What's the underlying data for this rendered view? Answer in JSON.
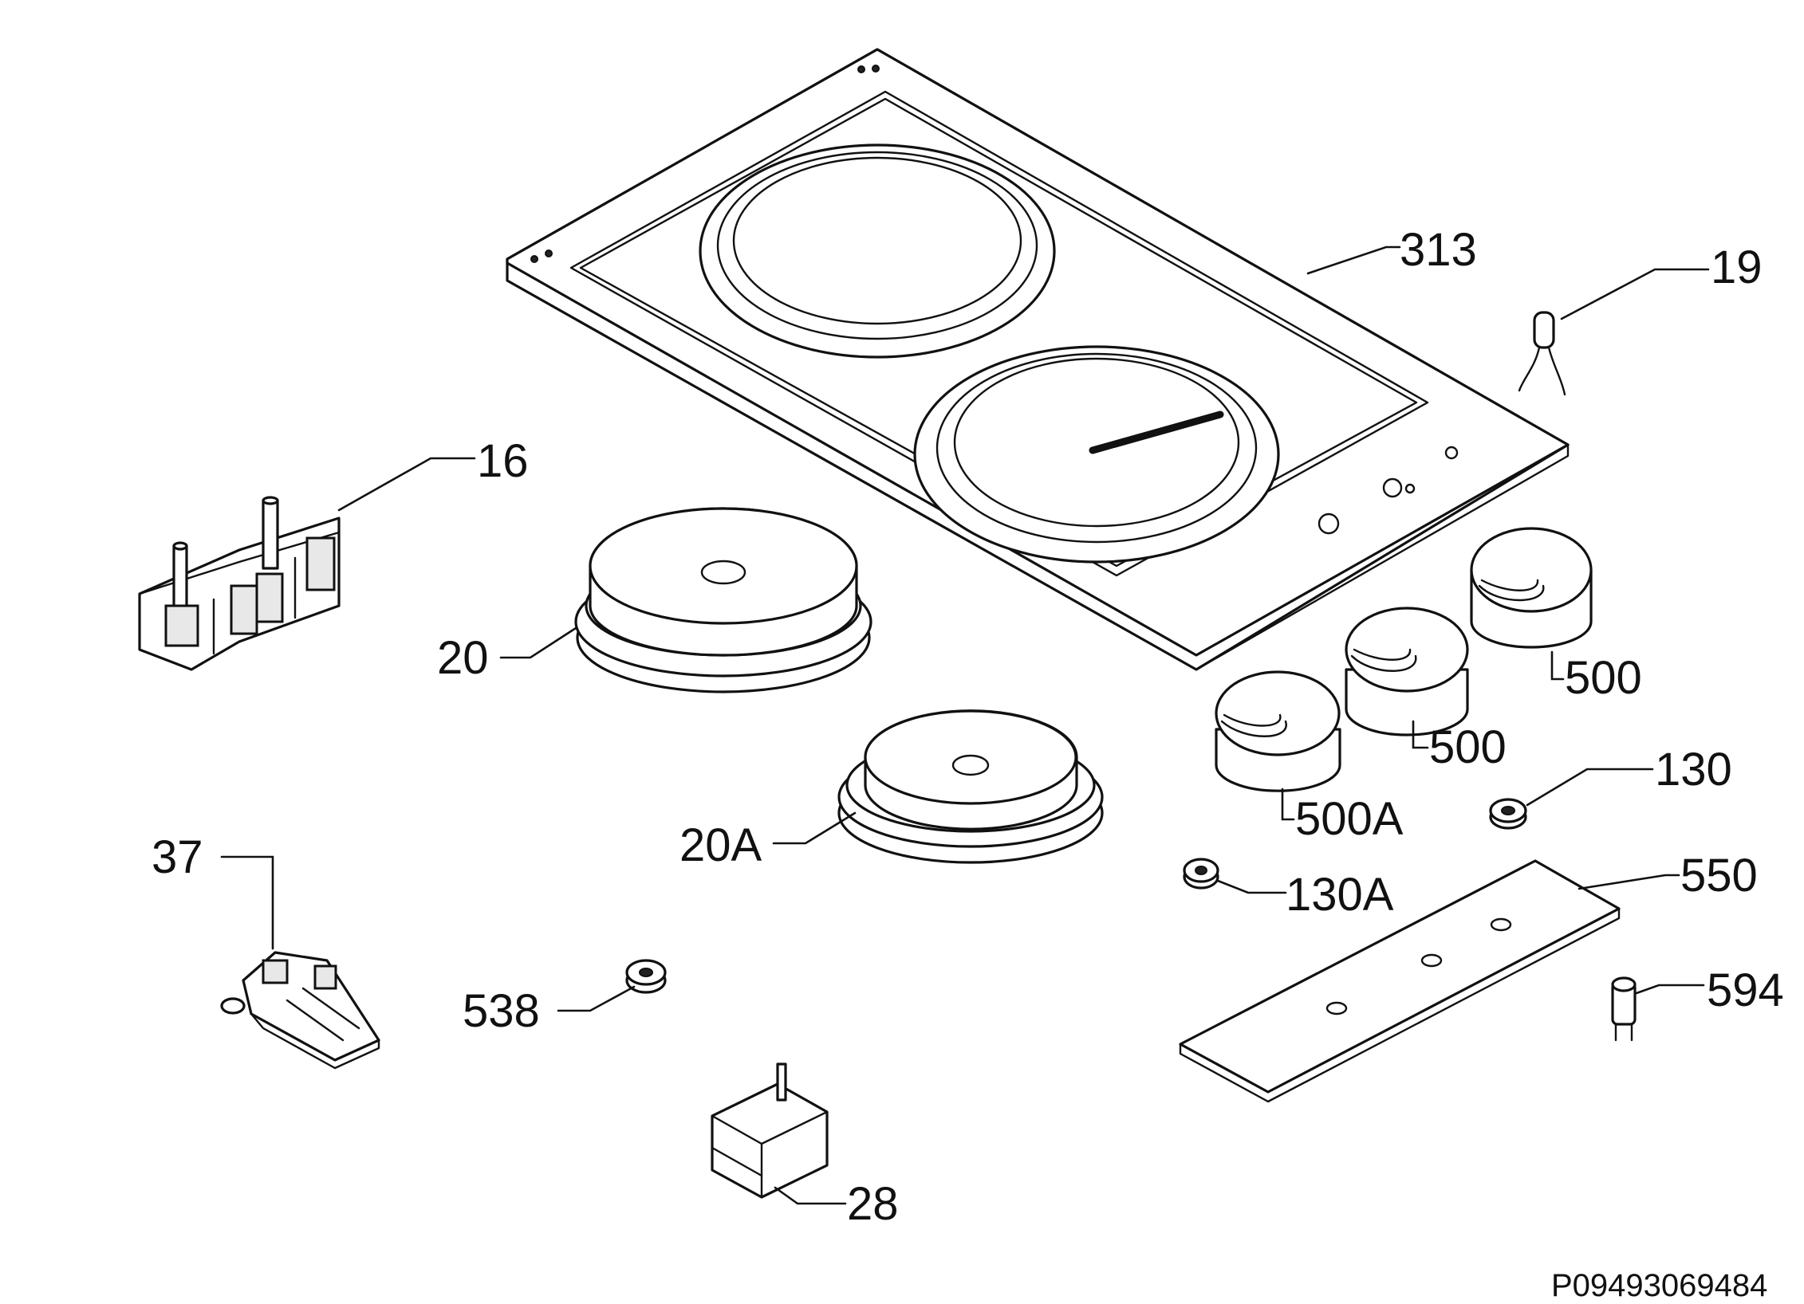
{
  "callouts": {
    "p313": "313",
    "p19": "19",
    "p16": "16",
    "p20": "20",
    "p20a": "20A",
    "p500_right": "500",
    "p500_mid": "500",
    "p500a": "500A",
    "p130": "130",
    "p130a": "130A",
    "p550": "550",
    "p594": "594",
    "p37": "37",
    "p538": "538",
    "p28": "28"
  },
  "drawing_code": "P09493069484"
}
